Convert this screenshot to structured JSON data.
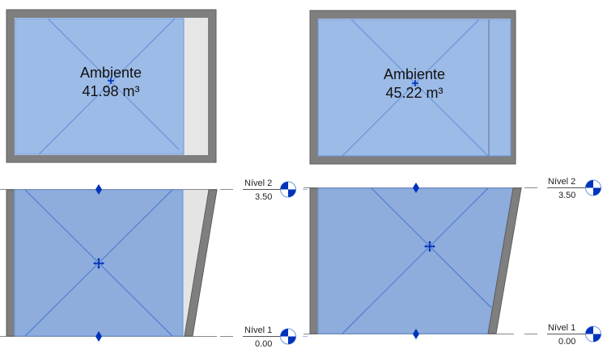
{
  "colors": {
    "room_fill": "#9dbbe7",
    "room_fill_section": "#8eacdc",
    "room_stroke": "#5a8ad6",
    "wall_dark": "#7f7f7f",
    "wall_outline": "#5e5e5e",
    "wall_finish": "#e4e4e4",
    "control_blue": "#0033bb",
    "level_line": "#8a8a8a"
  },
  "plans": [
    {
      "id": "plan-left",
      "room_name": "Ambiente",
      "volume": "41.98 m³"
    },
    {
      "id": "plan-right",
      "room_name": "Ambiente",
      "volume": "45.22 m³"
    }
  ],
  "sections": [
    {
      "id": "section-left",
      "levels": [
        {
          "name": "Nível 2",
          "elevation": "3.50"
        },
        {
          "name": "Nível 1",
          "elevation": "0.00"
        }
      ]
    },
    {
      "id": "section-right",
      "levels": [
        {
          "name": "Nível 2",
          "elevation": "3.50"
        },
        {
          "name": "Nível 1",
          "elevation": "0.00"
        }
      ]
    }
  ]
}
